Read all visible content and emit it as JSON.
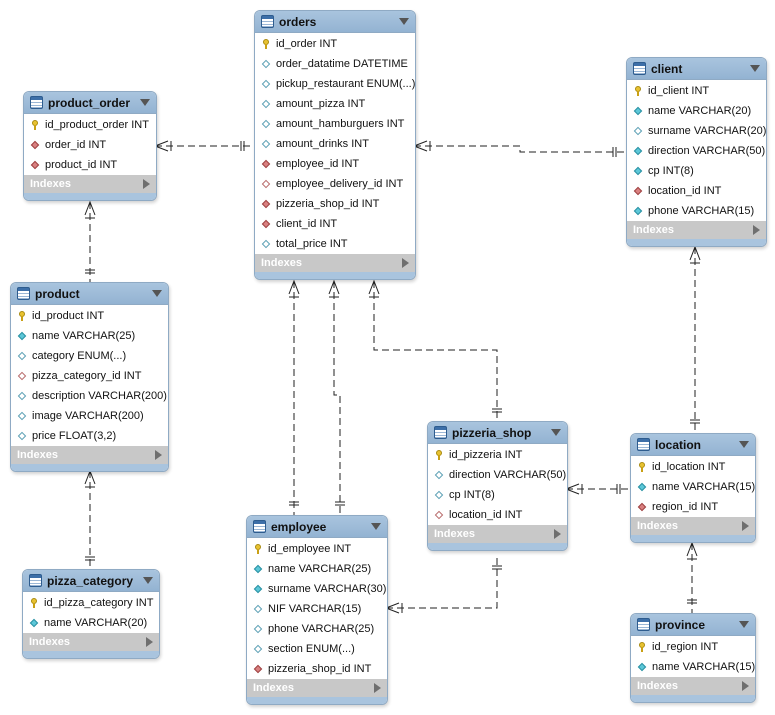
{
  "indexes_label": "Indexes",
  "colors": {
    "header": "#a9c4de",
    "indexes_bar": "#c8c8c8",
    "line": "#222222"
  },
  "tables": {
    "orders": {
      "name": "orders",
      "columns": [
        {
          "text": "id_order INT",
          "icon": "primary-key-icon"
        },
        {
          "text": "order_datatime DATETIME",
          "icon": "column-diamond-empty-icon"
        },
        {
          "text": "pickup_restaurant ENUM(...)",
          "icon": "column-diamond-empty-icon"
        },
        {
          "text": "amount_pizza INT",
          "icon": "column-diamond-empty-icon"
        },
        {
          "text": "amount_hamburguers INT",
          "icon": "column-diamond-empty-icon"
        },
        {
          "text": "amount_drinks INT",
          "icon": "column-diamond-empty-icon"
        },
        {
          "text": "employee_id INT",
          "icon": "foreign-key-diamond-icon"
        },
        {
          "text": "employee_delivery_id INT",
          "icon": "foreign-key-diamond-empty-icon"
        },
        {
          "text": "pizzeria_shop_id INT",
          "icon": "foreign-key-diamond-icon"
        },
        {
          "text": "client_id INT",
          "icon": "foreign-key-diamond-icon"
        },
        {
          "text": "total_price INT",
          "icon": "column-diamond-empty-icon"
        }
      ]
    },
    "product_order": {
      "name": "product_order",
      "columns": [
        {
          "text": "id_product_order INT",
          "icon": "primary-key-icon"
        },
        {
          "text": "order_id INT",
          "icon": "foreign-key-diamond-icon"
        },
        {
          "text": "product_id INT",
          "icon": "foreign-key-diamond-icon"
        }
      ]
    },
    "client": {
      "name": "client",
      "columns": [
        {
          "text": "id_client INT",
          "icon": "primary-key-icon"
        },
        {
          "text": "name VARCHAR(20)",
          "icon": "column-diamond-filled-icon"
        },
        {
          "text": "surname VARCHAR(20)",
          "icon": "column-diamond-empty-icon"
        },
        {
          "text": "direction VARCHAR(50)",
          "icon": "column-diamond-filled-icon"
        },
        {
          "text": "cp INT(8)",
          "icon": "column-diamond-filled-icon"
        },
        {
          "text": "location_id INT",
          "icon": "foreign-key-diamond-icon"
        },
        {
          "text": "phone VARCHAR(15)",
          "icon": "column-diamond-filled-icon"
        }
      ]
    },
    "product": {
      "name": "product",
      "columns": [
        {
          "text": "id_product INT",
          "icon": "primary-key-icon"
        },
        {
          "text": "name VARCHAR(25)",
          "icon": "column-diamond-filled-icon"
        },
        {
          "text": "category ENUM(...)",
          "icon": "column-diamond-empty-icon"
        },
        {
          "text": "pizza_category_id INT",
          "icon": "foreign-key-diamond-empty-icon"
        },
        {
          "text": "description VARCHAR(200)",
          "icon": "column-diamond-empty-icon"
        },
        {
          "text": "image VARCHAR(200)",
          "icon": "column-diamond-empty-icon"
        },
        {
          "text": "price FLOAT(3,2)",
          "icon": "column-diamond-empty-icon"
        }
      ]
    },
    "pizza_category": {
      "name": "pizza_category",
      "columns": [
        {
          "text": "id_pizza_category INT",
          "icon": "primary-key-icon"
        },
        {
          "text": "name VARCHAR(20)",
          "icon": "column-diamond-filled-icon"
        }
      ]
    },
    "employee": {
      "name": "employee",
      "columns": [
        {
          "text": "id_employee INT",
          "icon": "primary-key-icon"
        },
        {
          "text": "name VARCHAR(25)",
          "icon": "column-diamond-filled-icon"
        },
        {
          "text": "surname VARCHAR(30)",
          "icon": "column-diamond-filled-icon"
        },
        {
          "text": "NIF VARCHAR(15)",
          "icon": "column-diamond-empty-icon"
        },
        {
          "text": "phone VARCHAR(25)",
          "icon": "column-diamond-empty-icon"
        },
        {
          "text": "section ENUM(...)",
          "icon": "column-diamond-empty-icon"
        },
        {
          "text": "pizzeria_shop_id INT",
          "icon": "foreign-key-diamond-icon"
        }
      ]
    },
    "pizzeria_shop": {
      "name": "pizzeria_shop",
      "columns": [
        {
          "text": "id_pizzeria INT",
          "icon": "primary-key-icon"
        },
        {
          "text": "direction VARCHAR(50)",
          "icon": "column-diamond-empty-icon"
        },
        {
          "text": "cp INT(8)",
          "icon": "column-diamond-empty-icon"
        },
        {
          "text": "location_id INT",
          "icon": "foreign-key-diamond-empty-icon"
        }
      ]
    },
    "location": {
      "name": "location",
      "columns": [
        {
          "text": "id_location INT",
          "icon": "primary-key-icon"
        },
        {
          "text": "name VARCHAR(15)",
          "icon": "column-diamond-filled-icon"
        },
        {
          "text": "region_id INT",
          "icon": "foreign-key-diamond-icon"
        }
      ]
    },
    "province": {
      "name": "province",
      "columns": [
        {
          "text": "id_region INT",
          "icon": "primary-key-icon"
        },
        {
          "text": "name VARCHAR(15)",
          "icon": "column-diamond-filled-icon"
        }
      ]
    }
  }
}
